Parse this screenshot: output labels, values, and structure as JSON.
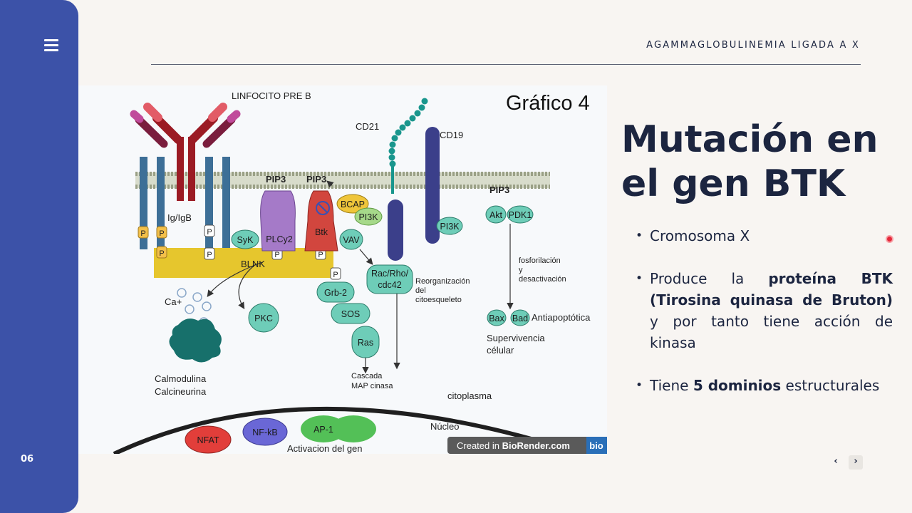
{
  "sidebar": {
    "page_number": "06",
    "menu_icon": "hamburger-menu-icon"
  },
  "header": {
    "title": "AGAMMAGLOBULINEMIA LIGADA A X"
  },
  "figure": {
    "heading": "Gráfico 4",
    "labels": {
      "linfocito": "LINFOCITO PRE B",
      "cd21": "CD21",
      "cd19": "CD19",
      "pip3_a": "PIP3",
      "pip3_b": "PIP3",
      "pip3_c": "PIP3",
      "ig": "Ig/IgB",
      "blnk": "BLNK",
      "ca": "Ca+",
      "calmodulina": "Calmodulina",
      "calcineurina": "Calcineurina",
      "reorg1": "Reorganización",
      "reorg2": "del",
      "reorg3": "citoesqueleto",
      "fosf1": "fosforilación",
      "fosf2": "y",
      "fosf3": "desactivación",
      "antiapop": "Antiapoptótica",
      "superv1": "Supervivencia",
      "superv2": "célular",
      "cascada1": "Cascada",
      "cascada2": "MAP cinasa",
      "citoplasma": "citoplasma",
      "nucleo": "Núcleo",
      "activacion": "Activacion del gen"
    },
    "molecules": {
      "syk": "SyK",
      "plcy2": "PLCy2",
      "btk": "Btk",
      "bcap": "BCAP",
      "pi3k_a": "PI3K",
      "pi3k_b": "PI3K",
      "vav": "VAV",
      "rac": "Rac/Rho/",
      "cdc42": "cdc42",
      "grb2": "Grb-2",
      "sos": "SOS",
      "ras": "Ras",
      "pkc": "PKC",
      "akt": "Akt",
      "pdk1": "PDK1",
      "bax": "Bax",
      "bad": "Bad",
      "nfat": "NFAT",
      "nfkb": "NF-kB",
      "ap1": "AP-1",
      "p": "P"
    },
    "watermark": {
      "prefix": "Created in ",
      "brand": "BioRender.com",
      "logo": "bio"
    }
  },
  "slide": {
    "title_line1": "Mutación en",
    "title_line2": "el gen BTK",
    "bullets": {
      "b1": "Cromosoma X",
      "b2_pre": "Produce la ",
      "b2_bold": "proteína BTK (Tirosina quinasa de Bruton)",
      "b2_post": " y por tanto tiene acción de kinasa",
      "b3_pre": "Tiene ",
      "b3_bold": "5 dominios",
      "b3_post": " estructurales"
    }
  },
  "nav": {
    "prev": "‹",
    "next": "›"
  },
  "colors": {
    "sidebar": "#3c52a8",
    "title": "#1c2540",
    "background": "#f8f5f2",
    "laser": "#e5283a"
  }
}
